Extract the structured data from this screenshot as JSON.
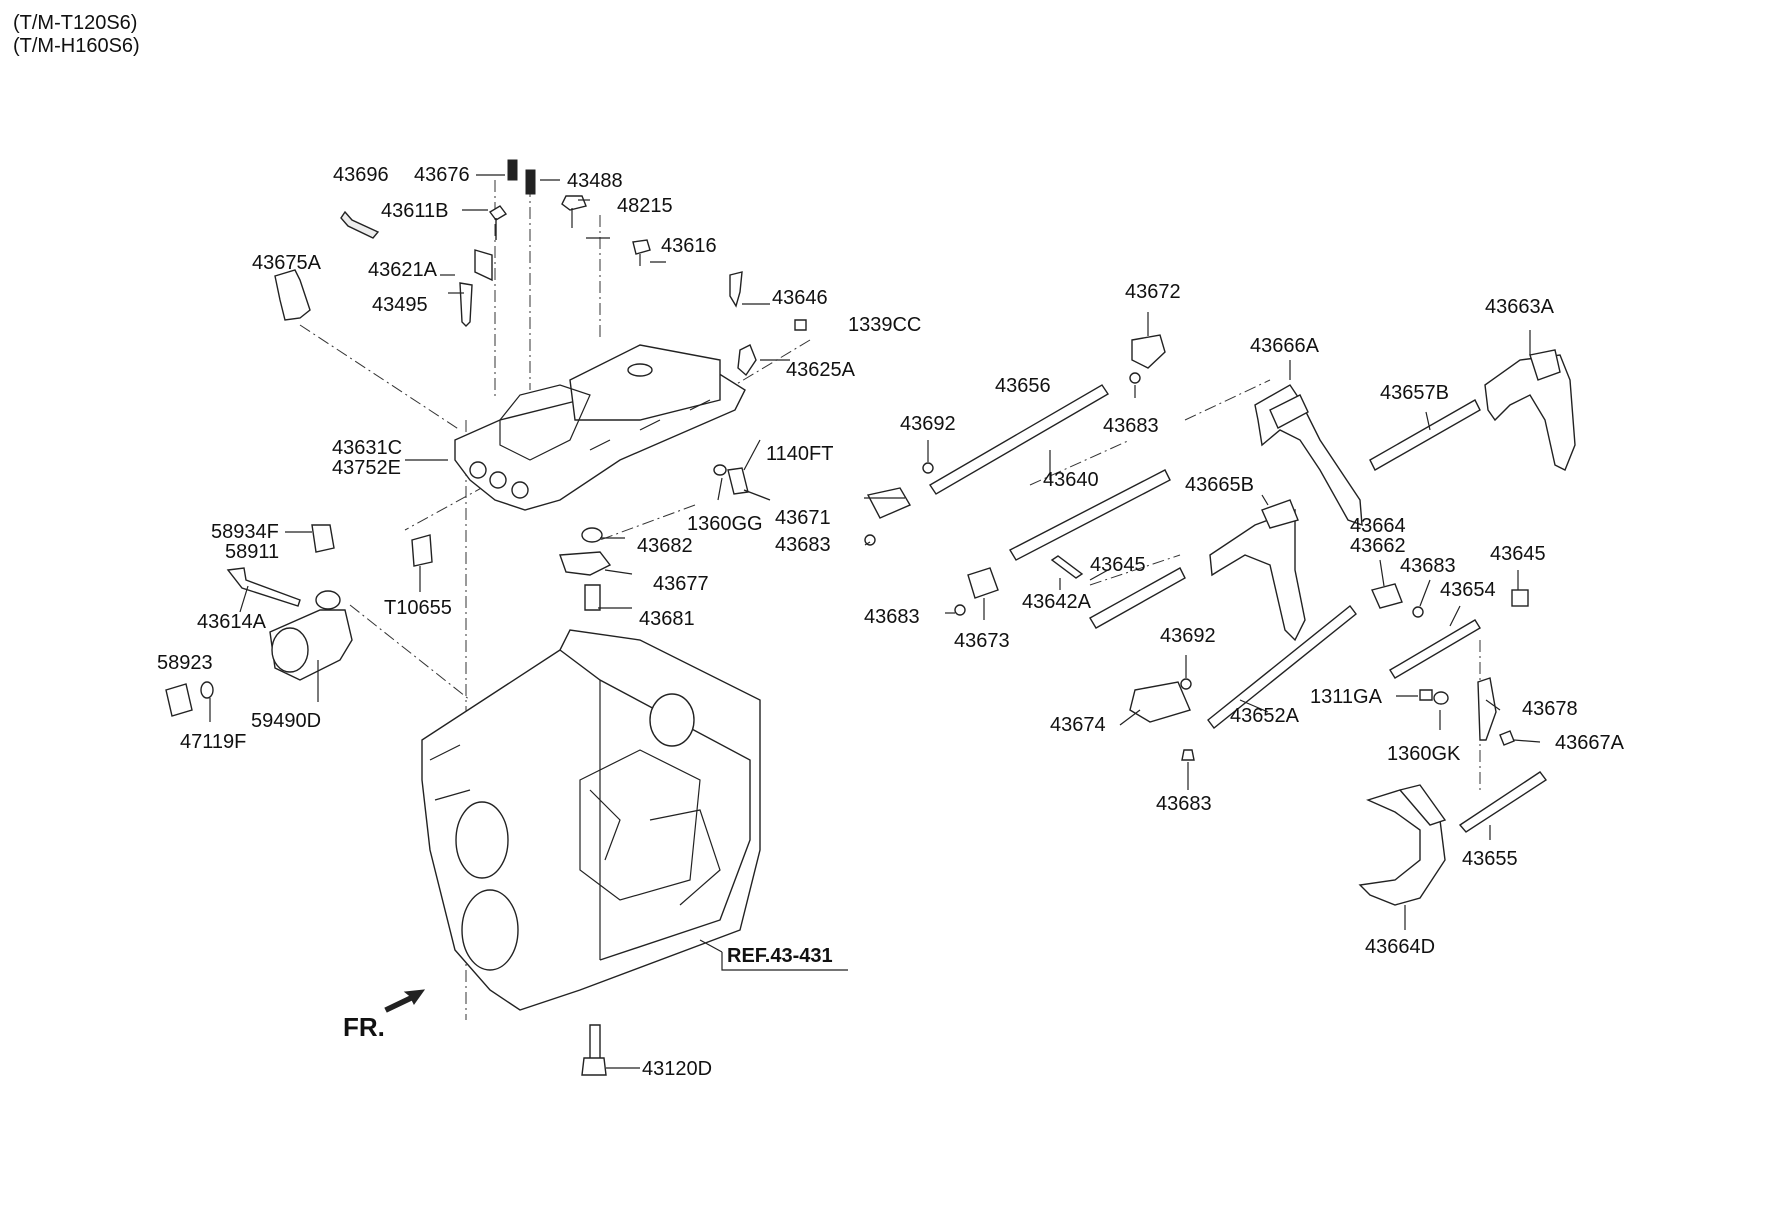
{
  "header": {
    "line1": "(T/M-T120S6)",
    "line2": "(T/M-H160S6)"
  },
  "labels": {
    "l43696": "43696",
    "l43676": "43676",
    "l43488": "43488",
    "l43611B": "43611B",
    "l48215": "48215",
    "l43616": "43616",
    "l43675A": "43675A",
    "l43621A": "43621A",
    "l43495": "43495",
    "l43646": "43646",
    "l1339CC": "1339CC",
    "l43625A": "43625A",
    "l43631C": "43631C",
    "l43752E": "43752E",
    "l1140FT": "1140FT",
    "l1360GG": "1360GG",
    "l43682": "43682",
    "l43677": "43677",
    "l43681": "43681",
    "lT10655": "T10655",
    "l58934F": "58934F",
    "l58911": "58911",
    "l43614A": "43614A",
    "l58923": "58923",
    "l59490D": "59490D",
    "l47119F": "47119F",
    "l43672": "43672",
    "l43656": "43656",
    "l43683a": "43683",
    "l43692a": "43692",
    "l43671": "43671",
    "l43683b": "43683",
    "l43640": "43640",
    "l43683c": "43683",
    "l43673": "43673",
    "l43642A": "43642A",
    "l43645a": "43645",
    "l43666A": "43666A",
    "l43663A": "43663A",
    "l43657B": "43657B",
    "l43665B": "43665B",
    "l43664": "43664",
    "l43662": "43662",
    "l43683d": "43683",
    "l43645b": "43645",
    "l43654": "43654",
    "l43692b": "43692",
    "l43674": "43674",
    "l43652A": "43652A",
    "l1311GA": "1311GA",
    "l43678": "43678",
    "l1360GK": "1360GK",
    "l43667A": "43667A",
    "l43683e": "43683",
    "l43655": "43655",
    "l43664D": "43664D",
    "l43120D": "43120D"
  },
  "ref": "REF.43-431",
  "fr": "FR."
}
